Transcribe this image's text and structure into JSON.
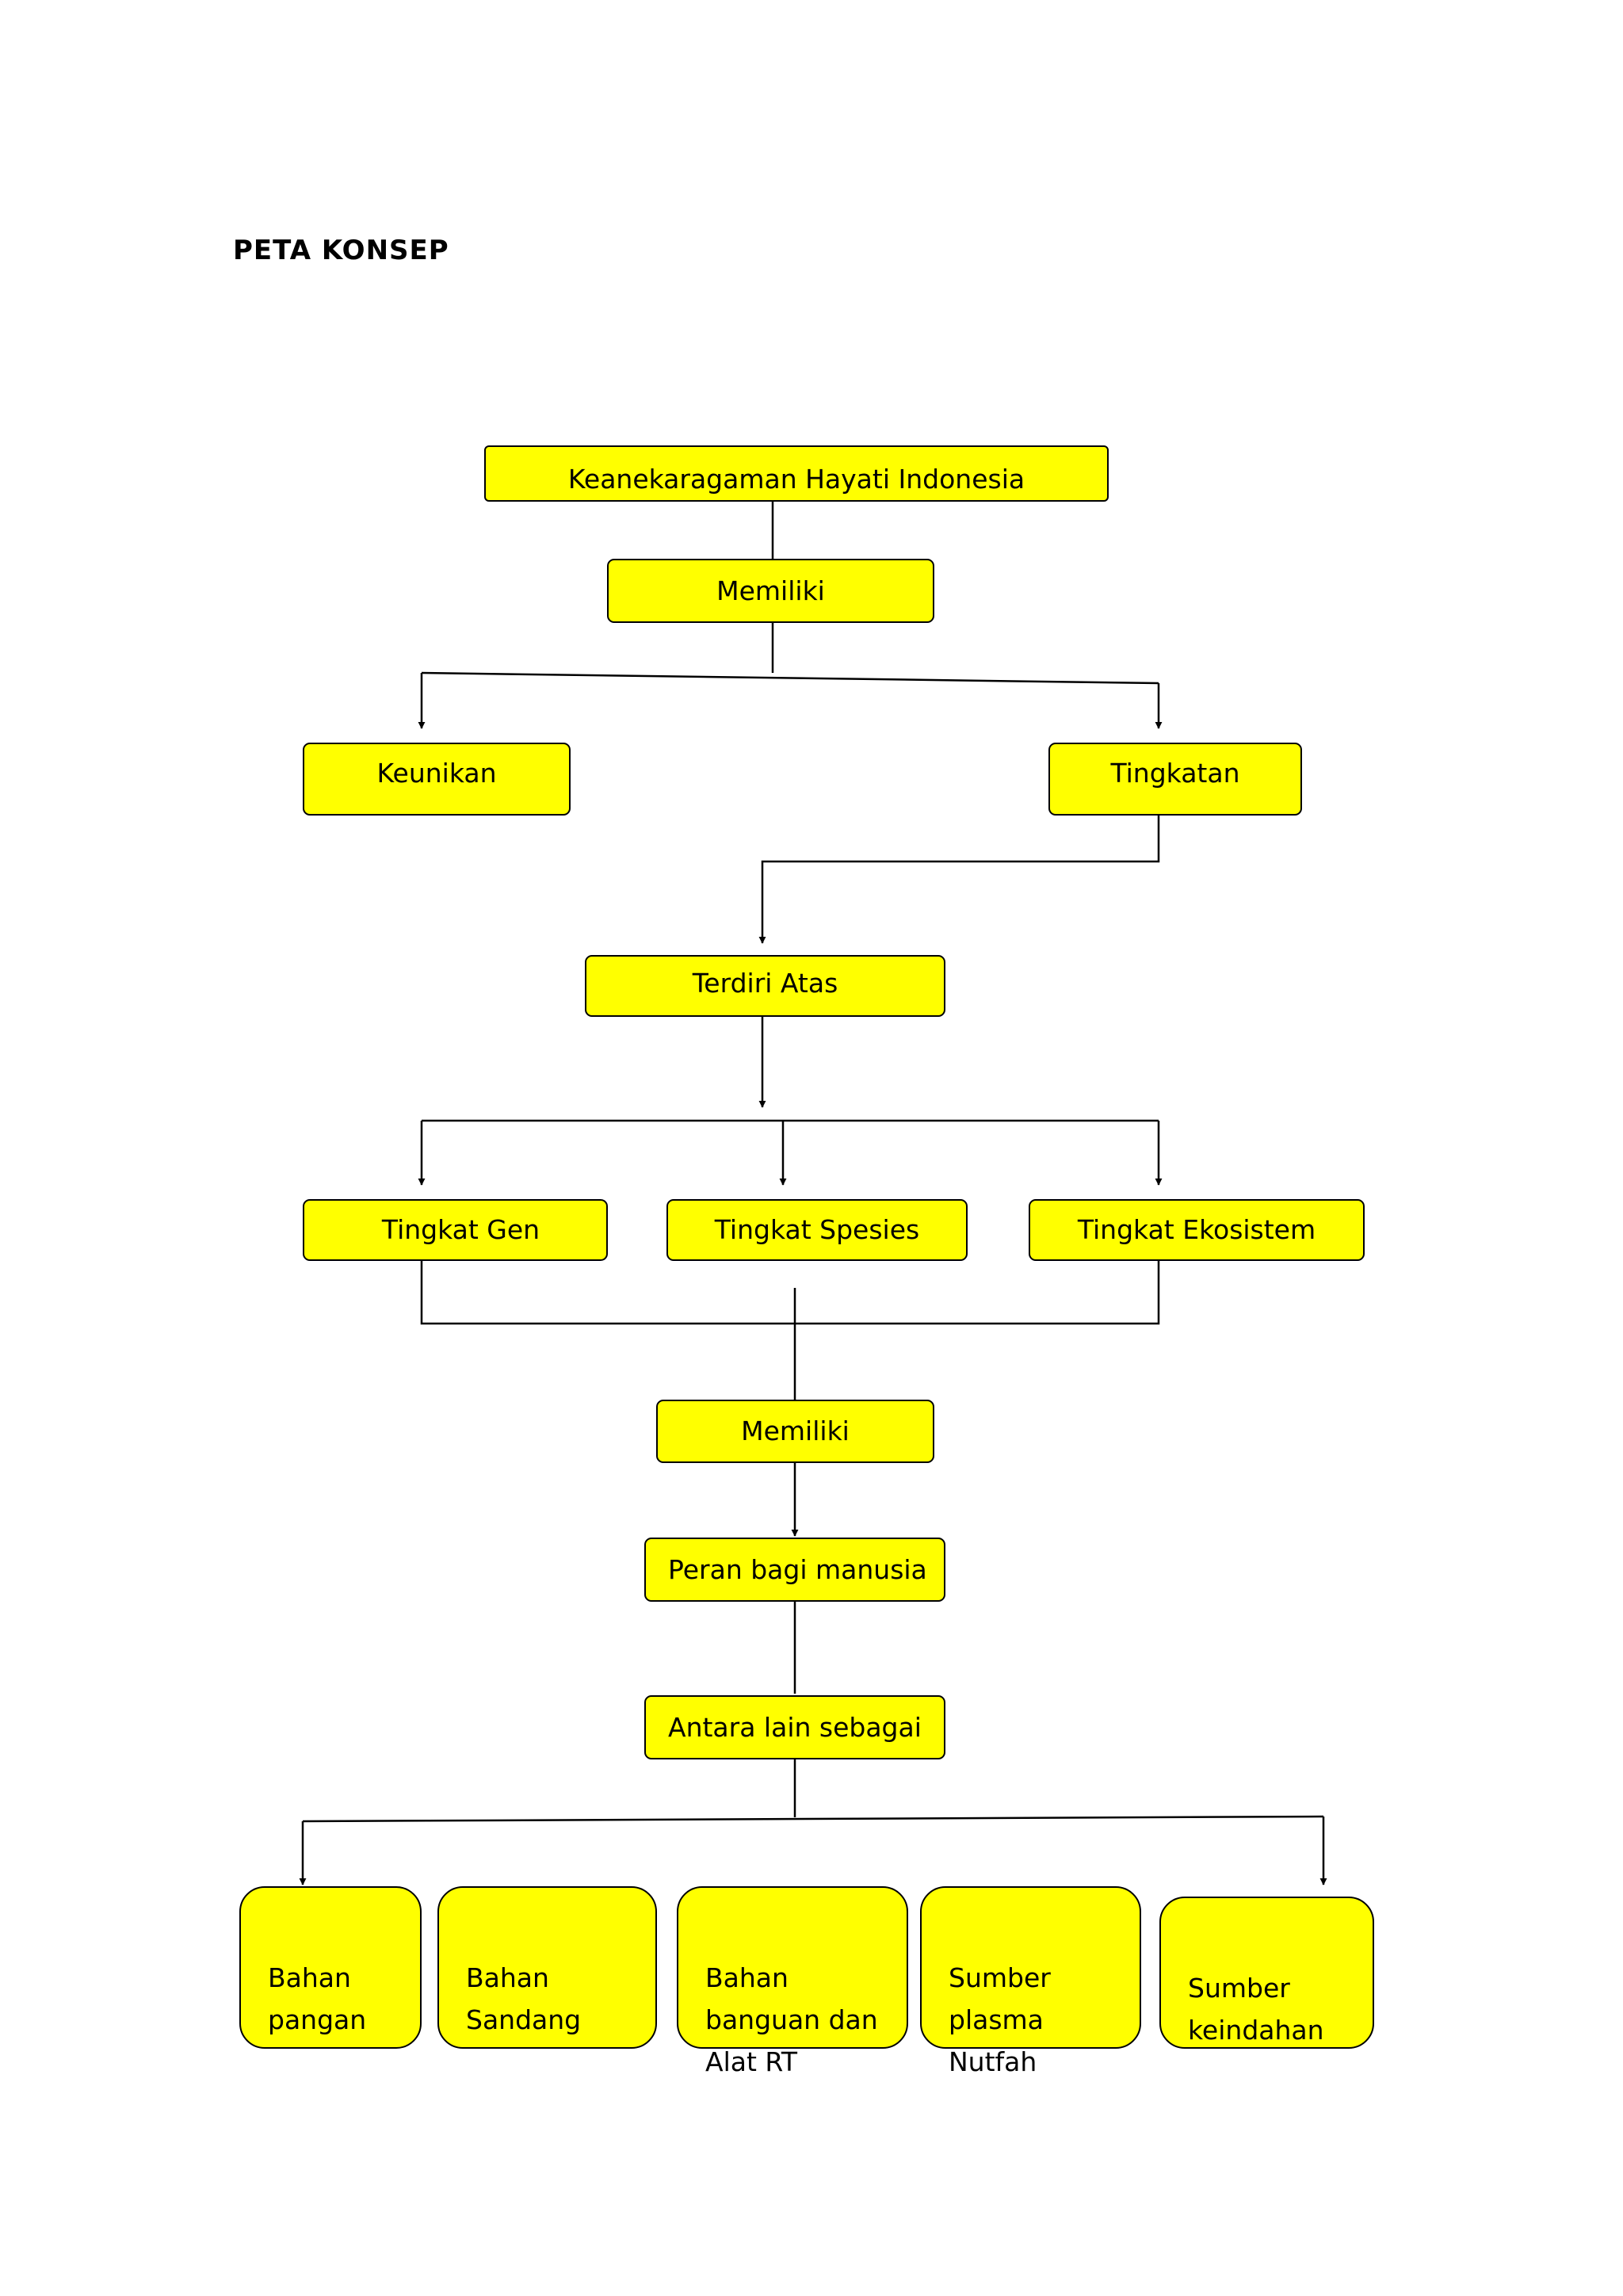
{
  "page": {
    "heading": "PETA KONSEP"
  },
  "nodes": {
    "root": "Keanekaragaman Hayati Indonesia",
    "memiliki_1": "Memiliki",
    "keunikan": "Keunikan",
    "tingkatan": "Tingkatan",
    "terdiri_atas": "Terdiri Atas",
    "tingkat_gen": "Tingkat Gen",
    "tingkat_spesies": "Tingkat Spesies",
    "tingkat_ekosistem": "Tingkat Ekosistem",
    "memiliki_2": "Memiliki",
    "peran": "Peran bagi manusia",
    "antara_lain": "Antara lain sebagai"
  },
  "leaves": [
    "Bahan\npangan",
    "Bahan\nSandang",
    "Bahan\nbanguan dan\nAlat RT",
    "Sumber\nplasma\nNutfah",
    "Sumber\nkeindahan"
  ],
  "style": {
    "box_fill": "#ffff00",
    "line_color": "#000000"
  }
}
